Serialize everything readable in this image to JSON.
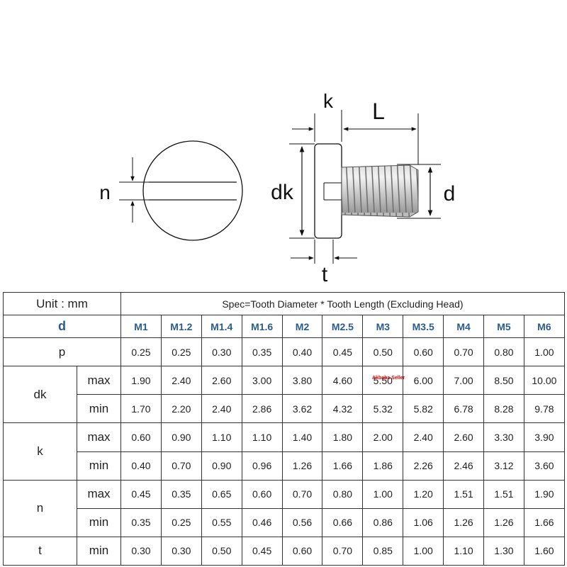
{
  "diagram": {
    "labels": {
      "n": "n",
      "k": "k",
      "L": "L",
      "dk": "dk",
      "d": "d",
      "t": "t"
    }
  },
  "table": {
    "unit_label": "Unit : mm",
    "title": "Spec=Tooth Diameter * Tooth Length (Excluding Head)",
    "d_label": "d",
    "sizes": [
      "M1",
      "M1.2",
      "M1.4",
      "M1.6",
      "M2",
      "M2.5",
      "M3",
      "M3.5",
      "M4",
      "M5",
      "M6"
    ],
    "p": {
      "label": "p",
      "values": [
        "0.25",
        "0.25",
        "0.30",
        "0.35",
        "0.40",
        "0.45",
        "0.50",
        "0.60",
        "0.70",
        "0.80",
        "1.00"
      ]
    },
    "dk": {
      "label": "dk",
      "max": {
        "label": "max",
        "values": [
          "1.90",
          "2.40",
          "2.60",
          "3.00",
          "3.80",
          "4.60",
          "5.50",
          "6.00",
          "7.00",
          "8.50",
          "10.00"
        ]
      },
      "min": {
        "label": "min",
        "values": [
          "1.70",
          "2.20",
          "2.40",
          "2.86",
          "3.62",
          "4.32",
          "5.32",
          "5.82",
          "6.78",
          "8.28",
          "9.78"
        ]
      }
    },
    "k": {
      "label": "k",
      "max": {
        "label": "max",
        "values": [
          "0.60",
          "0.90",
          "1.10",
          "1.10",
          "1.40",
          "1.80",
          "2.00",
          "2.40",
          "2.60",
          "3.30",
          "3.90"
        ]
      },
      "min": {
        "label": "min",
        "values": [
          "0.40",
          "0.70",
          "0.90",
          "0.96",
          "1.26",
          "1.66",
          "1.86",
          "2.26",
          "2.46",
          "3.12",
          "3.60"
        ]
      }
    },
    "n": {
      "label": "n",
      "max": {
        "label": "max",
        "values": [
          "0.45",
          "0.35",
          "0.65",
          "0.60",
          "0.70",
          "0.80",
          "1.00",
          "1.20",
          "1.51",
          "1.51",
          "1.90"
        ]
      },
      "min": {
        "label": "min",
        "values": [
          "0.35",
          "0.25",
          "0.55",
          "0.46",
          "0.56",
          "0.66",
          "0.86",
          "1.06",
          "1.26",
          "1.26",
          "1.66"
        ]
      }
    },
    "t": {
      "label": "t",
      "min": {
        "label": "min",
        "values": [
          "0.30",
          "0.30",
          "0.50",
          "0.45",
          "0.60",
          "0.70",
          "0.85",
          "1.00",
          "1.10",
          "1.30",
          "1.60"
        ]
      }
    }
  },
  "watermark": "Alibaba Seller"
}
